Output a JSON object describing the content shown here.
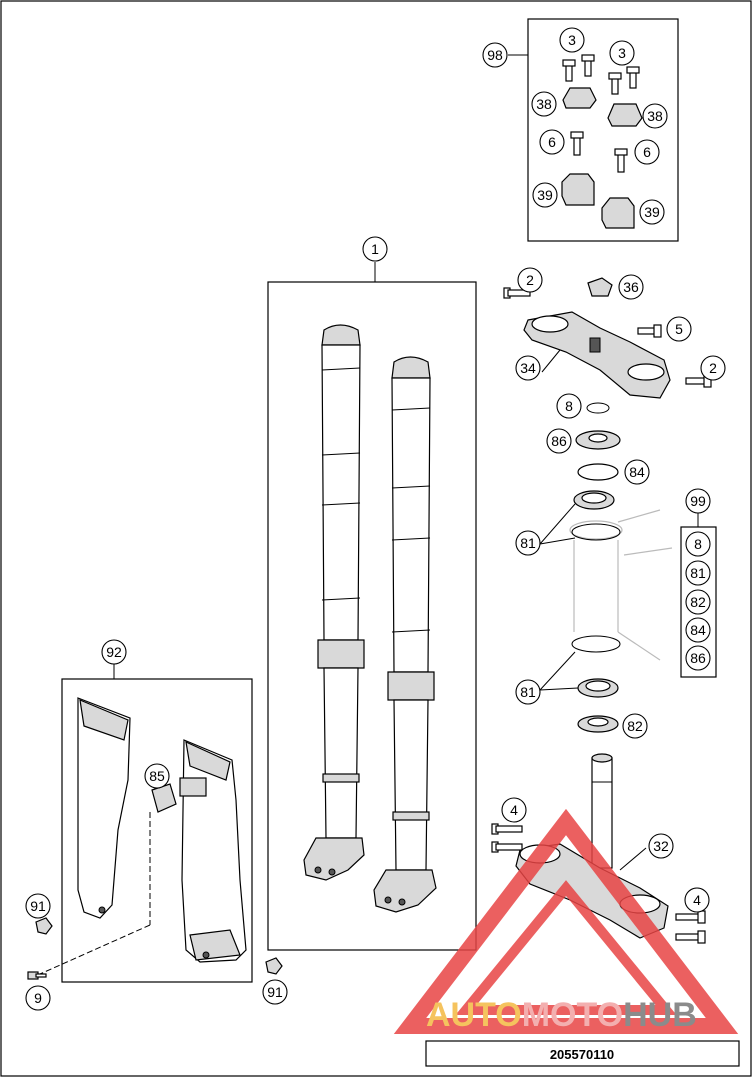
{
  "diagram": {
    "drawing_number": "205570110",
    "watermark": {
      "part1": "AUTO",
      "part2": "MOTO",
      "part3": "HUB",
      "color1": "#f4b942",
      "color2": "#f2a2a2",
      "color3": "#777777",
      "triangle_color": "#e84545"
    },
    "labels": {
      "l1": "1",
      "l2a": "2",
      "l2b": "2",
      "l3a": "3",
      "l3b": "3",
      "l4a": "4",
      "l4b": "4",
      "l5": "5",
      "l6a": "6",
      "l6b": "6",
      "l8a": "8",
      "l8b": "8",
      "l9": "9",
      "l32": "32",
      "l34": "34",
      "l36": "36",
      "l38a": "38",
      "l38b": "38",
      "l39a": "39",
      "l39b": "39",
      "l81a": "81",
      "l81b": "81",
      "l81c": "81",
      "l82a": "82",
      "l82b": "82",
      "l84a": "84",
      "l84b": "84",
      "l85": "85",
      "l86a": "86",
      "l86b": "86",
      "l91a": "91",
      "l91b": "91",
      "l92": "92",
      "l98": "98",
      "l99": "99"
    }
  }
}
